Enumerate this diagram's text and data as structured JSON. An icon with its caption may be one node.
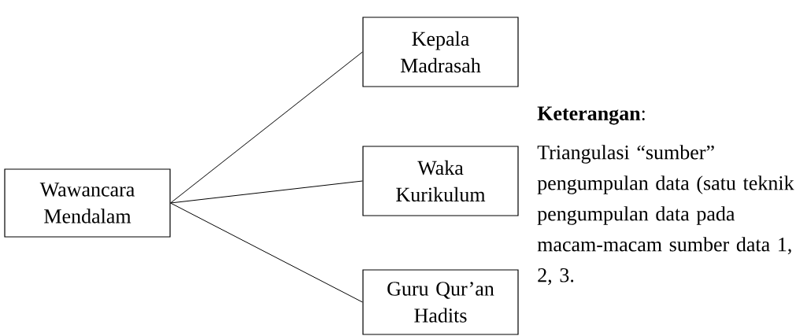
{
  "diagram": {
    "nodes": [
      {
        "text": [
          "Wawancara Mendalam"
        ]
      },
      {
        "text": [
          "Kepala Madrasah"
        ]
      },
      {
        "text": [
          "Waka Kurikulum"
        ]
      },
      {
        "text": [
          "Guru Qur’an Hadits"
        ]
      }
    ],
    "edges": [
      {
        "from": 0,
        "to": 1,
        "arrow": "none"
      },
      {
        "from": 0,
        "to": 2,
        "arrow": "none"
      },
      {
        "from": 0,
        "to": 3,
        "arrow": "none"
      }
    ],
    "labels": [
      "**Keterangan**:",
      "Triangulasi “sumber” pengumpulan data (satu teknik pengumpulan data pada macam-macam sumber data 1, 2, 3."
    ]
  }
}
